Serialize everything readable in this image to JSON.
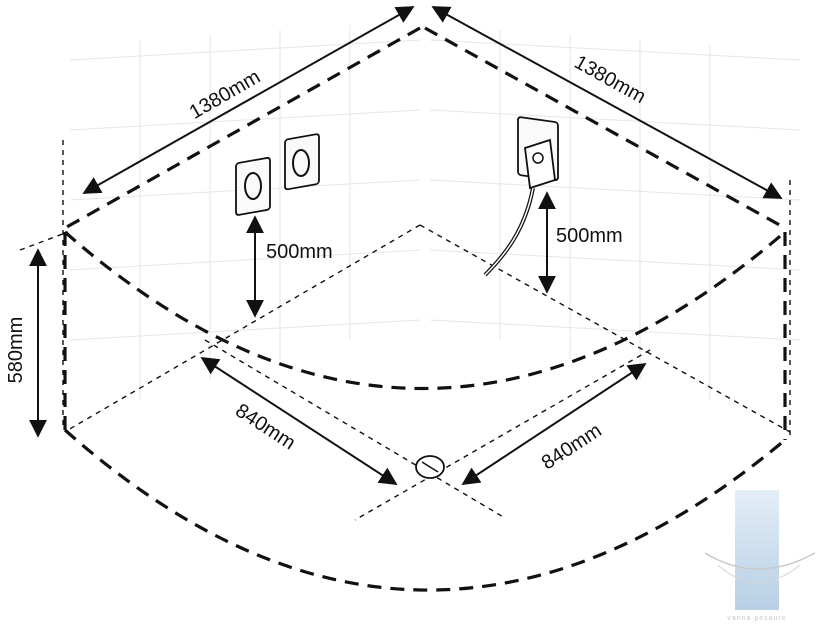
{
  "dimensions": {
    "wall_left_length": "1380mm",
    "wall_right_length": "1380mm",
    "faucet_height": "500mm",
    "socket_height": "500mm",
    "tub_height": "580mm",
    "drain_left_distance": "840mm",
    "drain_right_distance": "840mm"
  },
  "watermark": {
    "text": "vanna pesaure"
  },
  "colors": {
    "line": "#111111",
    "tile": "#e6e6e6",
    "watermark": "#b7cfe4"
  }
}
